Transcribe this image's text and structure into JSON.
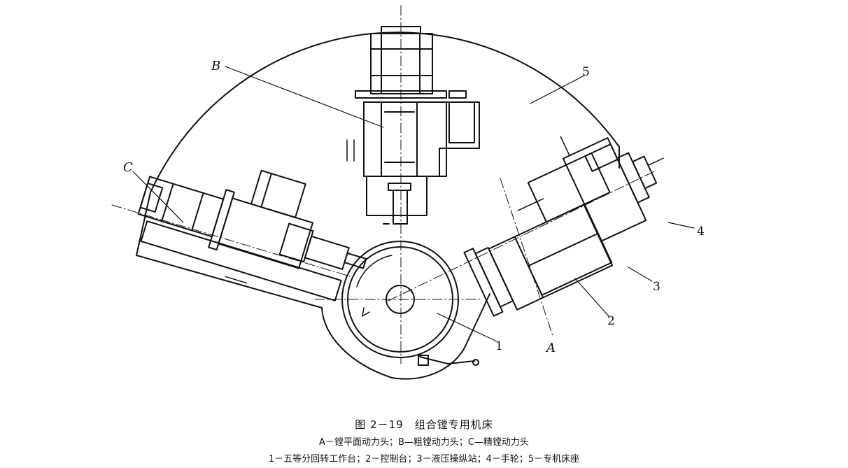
{
  "figure": {
    "labels": {
      "A": "A",
      "B": "B",
      "C": "C",
      "n1": "1",
      "n2": "2",
      "n3": "3",
      "n4": "4",
      "n5": "5"
    }
  },
  "caption": {
    "title": "图 2－19　组合镗专用机床",
    "line1": "A－镗平面动力头；B—粗镗动力头；C—精镗动力头",
    "line2": "1－五等分回转工作台；2－控制台；3－液压操纵站；4－手轮；5－专机床座"
  }
}
